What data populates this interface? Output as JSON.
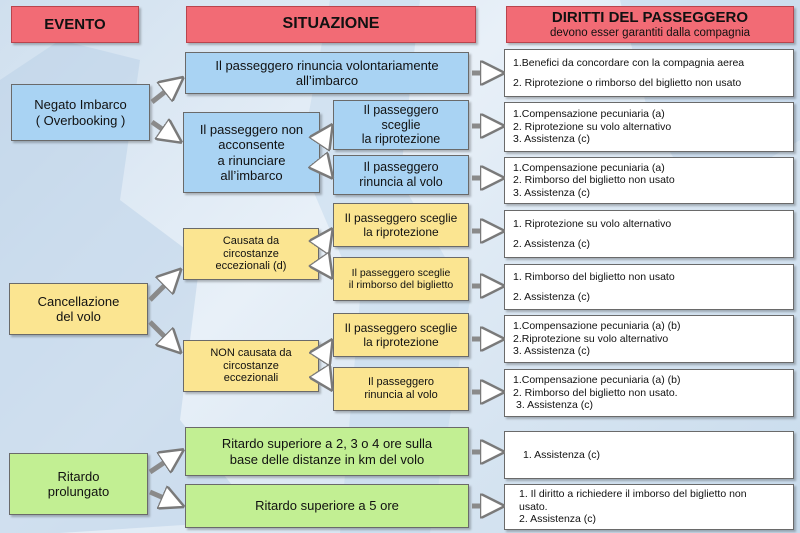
{
  "headers": {
    "evento": "EVENTO",
    "situazione": "SITUAZIONE",
    "diritti_title": "DIRITTI DEL PASSEGGERO",
    "diritti_subtitle": "devono esser garantiti dalla compagnia"
  },
  "eventi": {
    "negato": [
      "Negato Imbarco",
      "( Overbooking )"
    ],
    "cancellazione": [
      "Cancellazione",
      "del volo"
    ],
    "ritardo": [
      "Ritardo",
      "prolungato"
    ]
  },
  "situazioni": {
    "rinuncia_volontaria": [
      "Il passeggero rinuncia volontariamente",
      "all’imbarco"
    ],
    "non_acconsente": [
      "Il passeggero non",
      "acconsente",
      "a rinunciare",
      "all’imbarco"
    ],
    "sceglie_riprotezione_1": [
      "Il passeggero",
      "sceglie",
      "la riprotezione"
    ],
    "rinuncia_volo_1": [
      "Il passeggero",
      "rinuncia al volo"
    ],
    "causata": [
      "Causata da",
      "circostanze",
      "eccezionali (d)"
    ],
    "non_causata": [
      "NON causata da",
      "circostanze",
      "eccezionali"
    ],
    "sceglie_riprotezione_2": [
      "Il passeggero sceglie",
      "la riprotezione"
    ],
    "sceglie_rimborso": [
      "Il passeggero sceglie",
      "il rimborso del biglietto"
    ],
    "sceglie_riprotezione_3": [
      "Il passeggero sceglie",
      "la riprotezione"
    ],
    "rinuncia_volo_2": [
      "Il passeggero",
      "rinuncia al volo"
    ],
    "ritardo_2_3_4": [
      "Ritardo superiore a 2, 3 o 4 ore sulla",
      "base delle distanze in km del volo"
    ],
    "ritardo_5": [
      "Ritardo superiore a 5 ore"
    ]
  },
  "diritti": {
    "d1": [
      "1.Benefici da concordare con la compagnia aerea",
      "2. Riprotezione o rimborso del biglietto non usato"
    ],
    "d2": [
      "1.Compensazione pecuniaria (a)",
      "2. Riprotezione su volo alternativo",
      "3. Assistenza (c)"
    ],
    "d3": [
      "1.Compensazione pecuniaria (a)",
      "2. Rimborso del biglietto non usato",
      "3. Assistenza (c)"
    ],
    "d4": [
      "1. Riprotezione su volo alternativo",
      "2. Assistenza (c)"
    ],
    "d5": [
      "1. Rimborso del biglietto non usato",
      "2. Assistenza (c)"
    ],
    "d6": [
      "1.Compensazione pecuniaria (a) (b)",
      "2.Riprotezione su volo alternativo",
      "3. Assistenza (c)"
    ],
    "d7": [
      "1.Compensazione pecuniaria (a) (b)",
      "2. Rimborso del biglietto non usato.",
      "3. Assistenza (c)"
    ],
    "d8": [
      "1. Assistenza (c)"
    ],
    "d9": [
      "1. Il diritto a richiedere il imborso del biglietto non",
      "usato.",
      "2. Assistenza (c)"
    ]
  },
  "colors": {
    "header": "#f26b75",
    "blue": "#a9d3f3",
    "yellow": "#fbe591",
    "green": "#c2ef93",
    "white": "#ffffff"
  }
}
